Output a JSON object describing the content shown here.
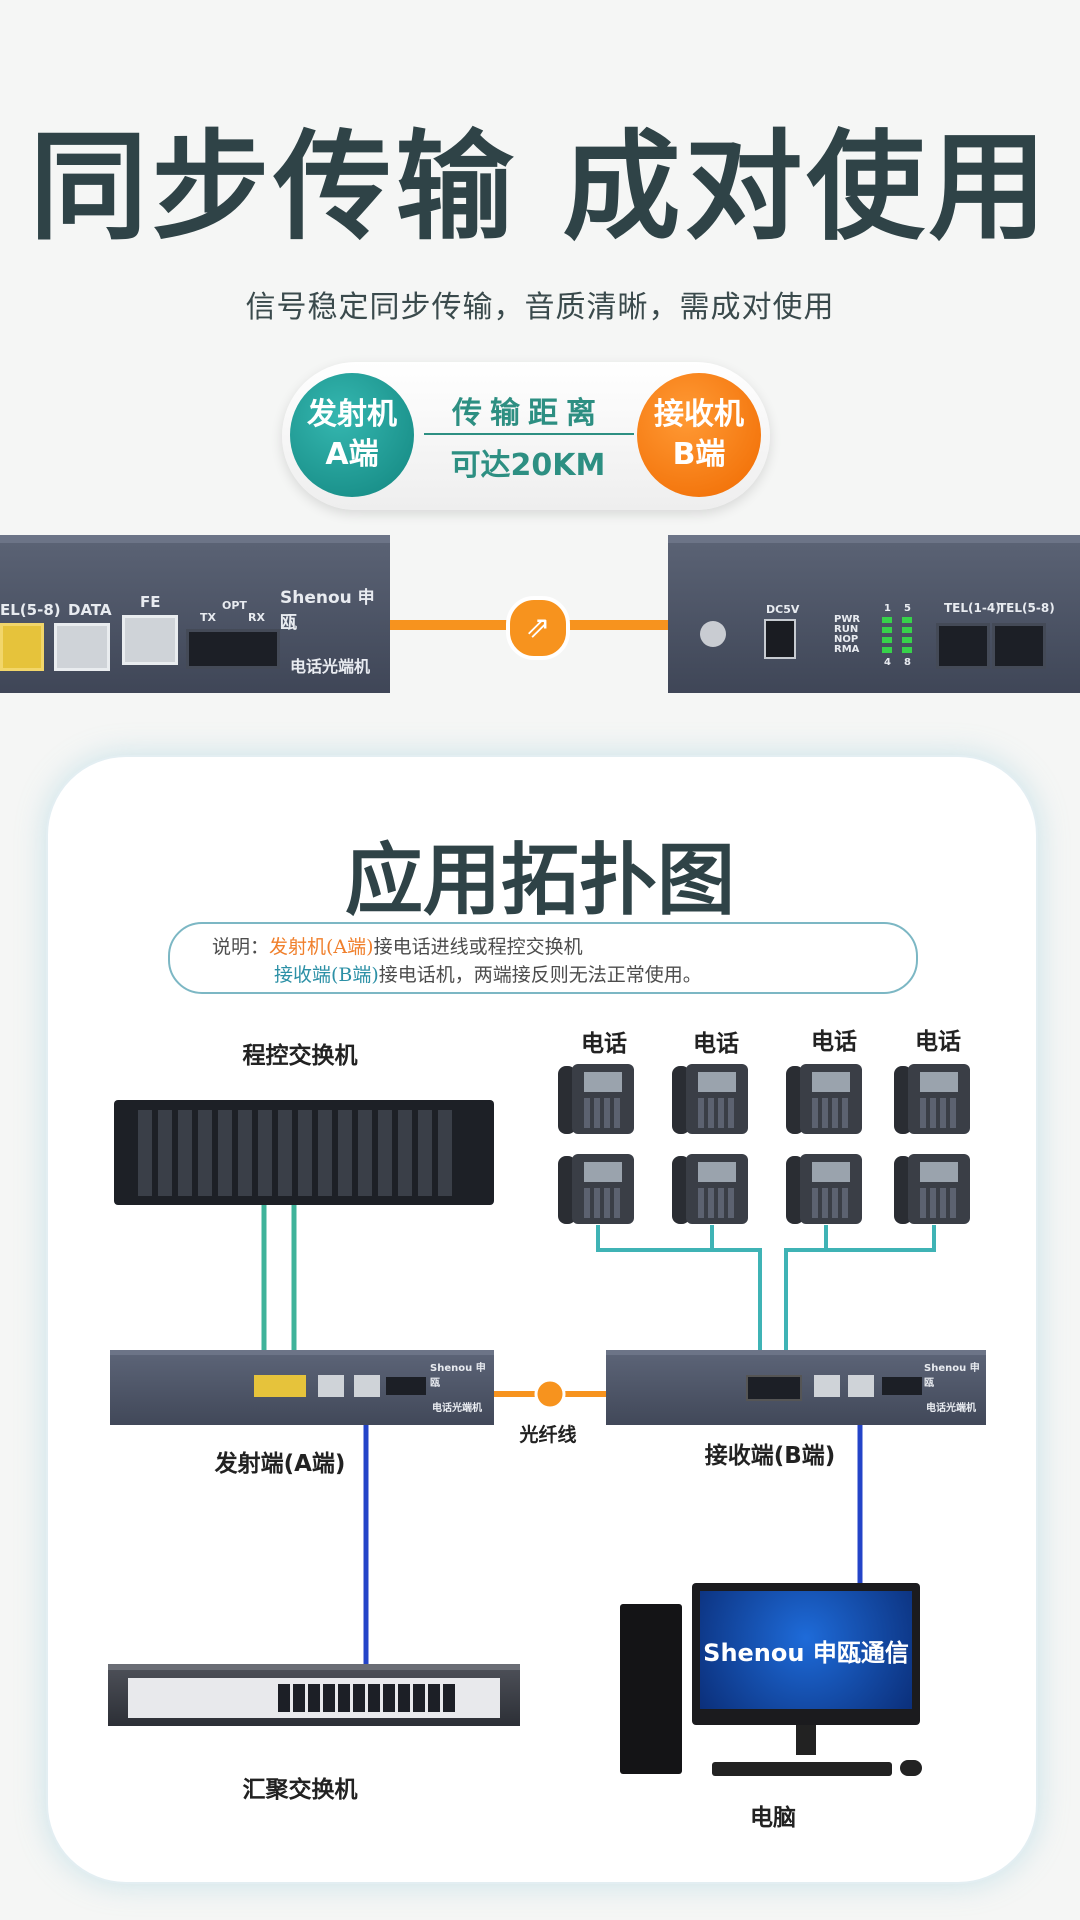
{
  "hero": {
    "title": "同步传输 成对使用",
    "subtitle": "信号稳定同步传输，音质清晰，需成对使用"
  },
  "badge": {
    "left_line1": "发射机",
    "left_line2": "A端",
    "center_line1": "传输距离",
    "center_line2": "可达20KM",
    "right_line1": "接收机",
    "right_line2": "B端"
  },
  "device_left": {
    "brand": "Shenou 申瓯",
    "model": "电话光端机",
    "ports": [
      "EL(5-8)",
      "DATA",
      "FE"
    ],
    "opt": "OPT",
    "tx": "TX",
    "rx": "RX"
  },
  "device_right": {
    "power": "DC5V",
    "leds": [
      "PWR",
      "RUN",
      "NOP",
      "RMA"
    ],
    "led_nums": [
      "1",
      "5",
      "4",
      "8"
    ],
    "ports": [
      "TEL(1-4)",
      "TEL(5-8)"
    ]
  },
  "panel": {
    "title": "应用拓扑图",
    "note_prefix": "说明：",
    "note_a": "发射机(A端)",
    "note_a_rest": "接电话进线或程控交换机",
    "note_b": "接收端(B端)",
    "note_b_rest": "接电话机，两端接反则无法正常使用。"
  },
  "labels": {
    "pbx": "程控交换机",
    "phone": "电话",
    "tx_device": "发射端(A端)",
    "fiber": "光纤线",
    "rx_device": "接收端(B端)",
    "agg_switch": "汇聚交换机",
    "computer": "电脑",
    "monitor_brand": "Shenou 申瓯通信",
    "small_brand": "Shenou 申瓯",
    "small_model": "电话光端机"
  },
  "colors": {
    "teal": "#12857f",
    "orange": "#f06a00",
    "title": "#2f4347",
    "wire_green": "#3fb39a",
    "wire_blue": "#2444c8"
  }
}
